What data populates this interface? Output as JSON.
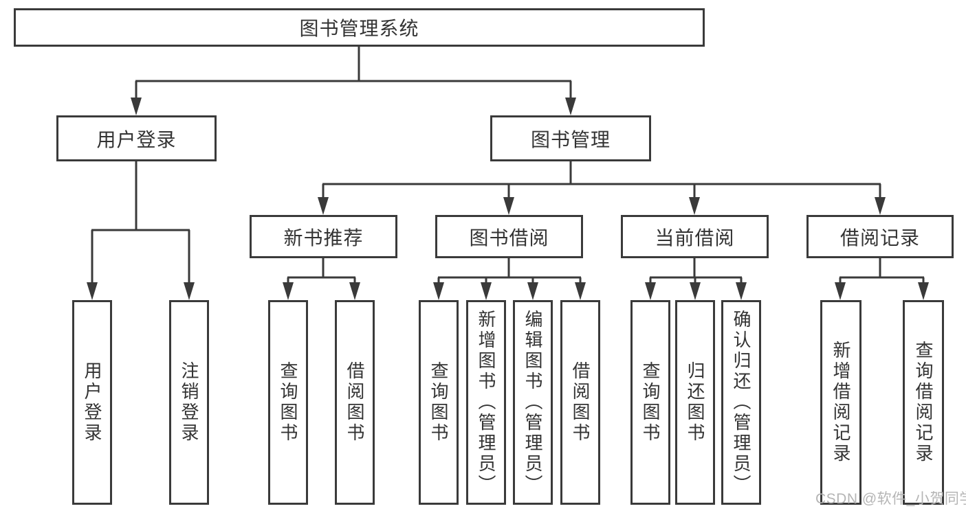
{
  "nodes": {
    "root": {
      "label": "图书管理系统"
    },
    "user_login": {
      "label": "用户登录"
    },
    "book_mgmt": {
      "label": "图书管理"
    },
    "new_book_rec": {
      "label": "新书推荐"
    },
    "book_borrow": {
      "label": "图书借阅"
    },
    "current_borrow": {
      "label": "当前借阅"
    },
    "borrow_records": {
      "label": "借阅记录"
    },
    "leaf_user_login": {
      "label": "用户登录"
    },
    "leaf_logout": {
      "label": "注销登录"
    },
    "leaf_query_book_rec": {
      "label": "查询图书"
    },
    "leaf_borrow_book_rec": {
      "label": "借阅图书"
    },
    "leaf_query_book_bor": {
      "label": "查询图书"
    },
    "leaf_add_book": {
      "label": "新增图书（管理员）"
    },
    "leaf_edit_book": {
      "label": "编辑图书（管理员）"
    },
    "leaf_borrow_book_bor": {
      "label": "借阅图书"
    },
    "leaf_query_book_cur": {
      "label": "查询图书"
    },
    "leaf_return_book": {
      "label": "归还图书"
    },
    "leaf_confirm_return": {
      "label": "确认归还（管理员）"
    },
    "leaf_add_record": {
      "label": "新增借阅记录"
    },
    "leaf_query_record": {
      "label": "查询借阅记录"
    }
  },
  "edges": [
    {
      "from": "图书管理系统",
      "to": [
        "用户登录",
        "图书管理"
      ]
    },
    {
      "from": "用户登录",
      "to": [
        "用户登录",
        "注销登录"
      ]
    },
    {
      "from": "图书管理",
      "to": [
        "新书推荐",
        "图书借阅",
        "当前借阅",
        "借阅记录"
      ]
    },
    {
      "from": "新书推荐",
      "to": [
        "查询图书",
        "借阅图书"
      ]
    },
    {
      "from": "图书借阅",
      "to": [
        "查询图书",
        "新增图书（管理员）",
        "编辑图书（管理员）",
        "借阅图书"
      ]
    },
    {
      "from": "当前借阅",
      "to": [
        "查询图书",
        "归还图书",
        "确认归还（管理员）"
      ]
    },
    {
      "from": "借阅记录",
      "to": [
        "新增借阅记录",
        "查询借阅记录"
      ]
    }
  ],
  "watermark": {
    "text": "CSDN @软件_小贺同学"
  },
  "colors": {
    "line": "#3a3a3a",
    "text": "#333333",
    "watermark": "#b5b5b5",
    "background": "#ffffff"
  }
}
